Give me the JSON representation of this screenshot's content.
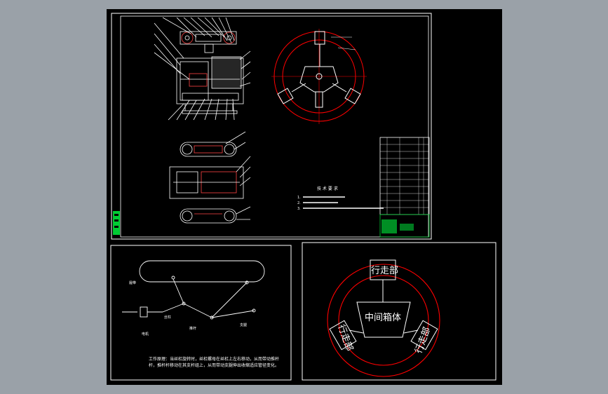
{
  "colors": {
    "background": "#9aa1a8",
    "sheet": "#000000",
    "line": "#ffffff",
    "dimension": "#ff0000",
    "table": "#00cc33"
  },
  "drawing": {
    "tech_req_title": "技 术 要 求",
    "tech_req_items": [
      "1.",
      "2.",
      "3."
    ]
  },
  "principle_panel": {
    "caption": "工作原理：当丝杠旋转时，丝杠螺母在丝杠上左右移动，从而带动推杆杆，推杆杆移动在其支杆组上，从而带动支腿伸出收缩适应管径变化。",
    "labels": {
      "motor": "电机",
      "push_rod": "推杆",
      "support": "支腿",
      "screw": "丝杠",
      "track": "履带"
    }
  },
  "layout_panel": {
    "center_label": "中间箱体",
    "wheel_unit_label": "行走部",
    "units": [
      "行走部",
      "行走部",
      "行走部"
    ]
  }
}
